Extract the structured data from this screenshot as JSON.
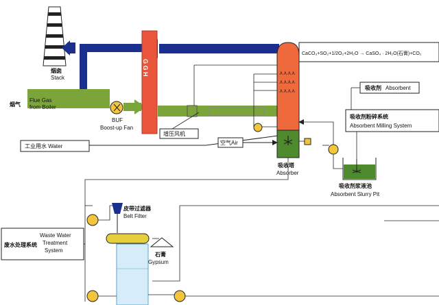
{
  "stack": {
    "cn": "烟囱",
    "en": "Stack"
  },
  "flue_gas": {
    "cn": "烟气",
    "en1": "Flue Gas",
    "en2": "from Boiler"
  },
  "bup": {
    "abbr": "BUF",
    "en": "Boost-up Fan"
  },
  "ggh": {
    "label": "G G H"
  },
  "booster_fan_cn": "增压风机",
  "process_water": "工业用水 Water",
  "air": "空气Air",
  "absorber": {
    "cn": "吸收塔",
    "en": "Absorber"
  },
  "reaction": "CaCO₃+SO₂+1/2O₂+2H₂O → CaSO₄ · 2H₂O(石膏)+CO₂",
  "absorbent": {
    "cn": "吸收剂",
    "en": "Absorbent"
  },
  "milling": {
    "cn": "吸收剂粉碎系统",
    "en": "Absorbent Milling System"
  },
  "slurry_pit": {
    "cn": "吸收剂浆液池",
    "en": "Absorbent Slurry Pit"
  },
  "belt_filter": {
    "cn": "皮带过滤器",
    "en": "Belt Filter"
  },
  "gypsum": {
    "cn": "石膏",
    "en": "Gypsum"
  },
  "wastewater": {
    "cn": "废水处理系统",
    "en1": "Waste Water",
    "en2": "Treatment",
    "en3": "System"
  },
  "colors": {
    "clean_gas": "#1b2f8f",
    "flue_gas": "#7ba53a",
    "ggh": "#e8553a",
    "absorber_top": "#ee6a3c",
    "absorber_bottom": "#4f8a2e",
    "belt": "#e6cf3c",
    "pump": "#f3c53d"
  }
}
